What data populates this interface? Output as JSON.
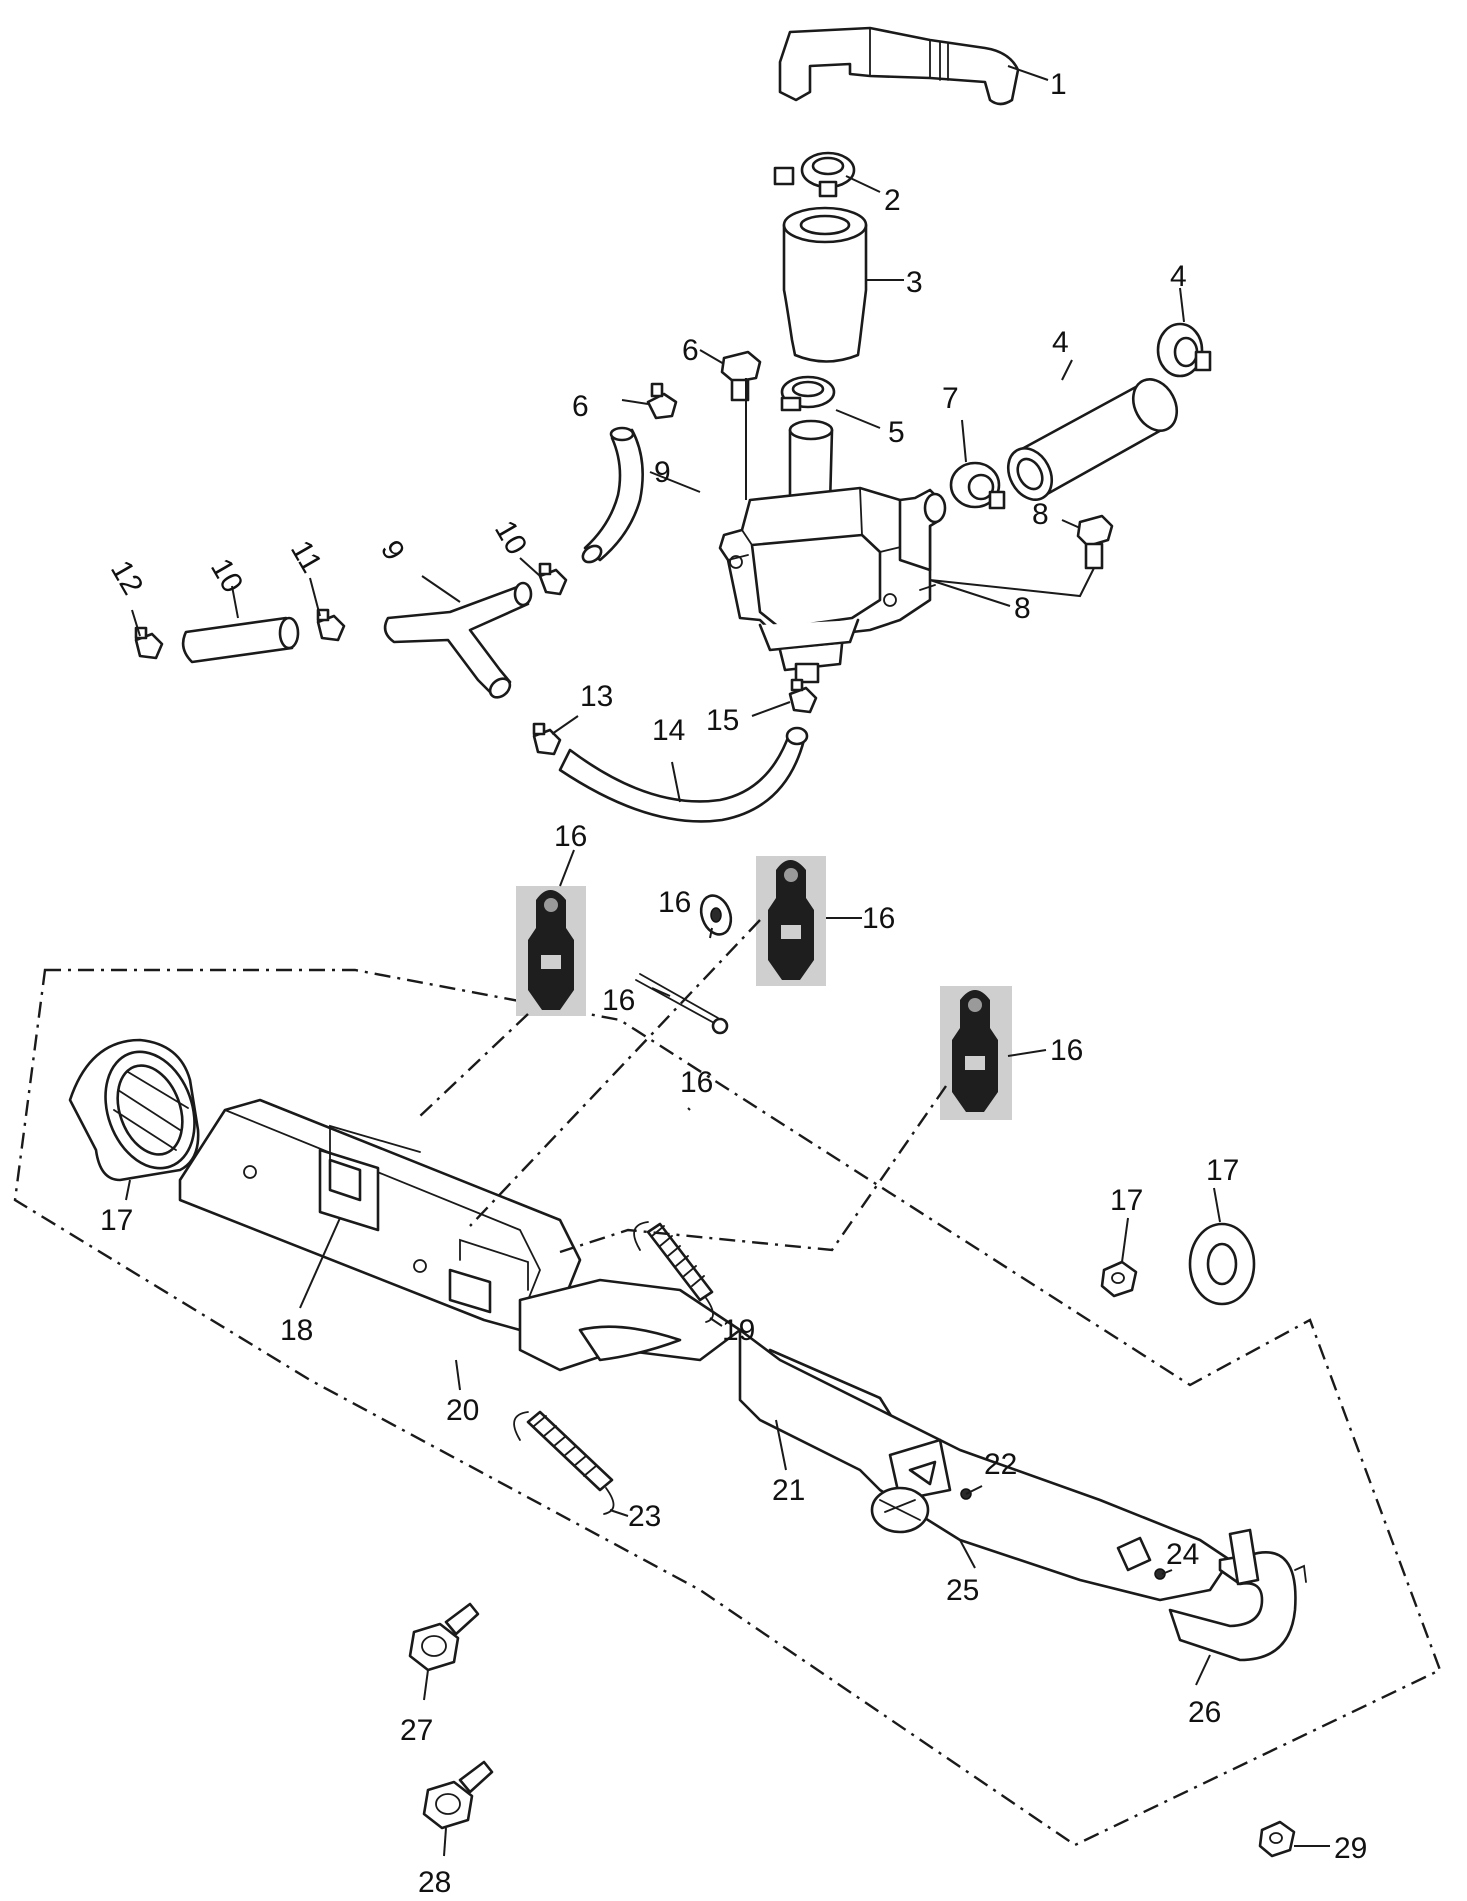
{
  "callouts": [
    "1",
    "2",
    "3",
    "4",
    "4",
    "5",
    "6",
    "6",
    "7",
    "8",
    "8",
    "9",
    "9",
    "10",
    "10",
    "11",
    "12",
    "13",
    "14",
    "15",
    "16",
    "16",
    "16",
    "16",
    "16",
    "16",
    "17",
    "17",
    "17",
    "18",
    "19",
    "20",
    "21",
    "22",
    "23",
    "24",
    "25",
    "26",
    "27",
    "28",
    "29"
  ]
}
